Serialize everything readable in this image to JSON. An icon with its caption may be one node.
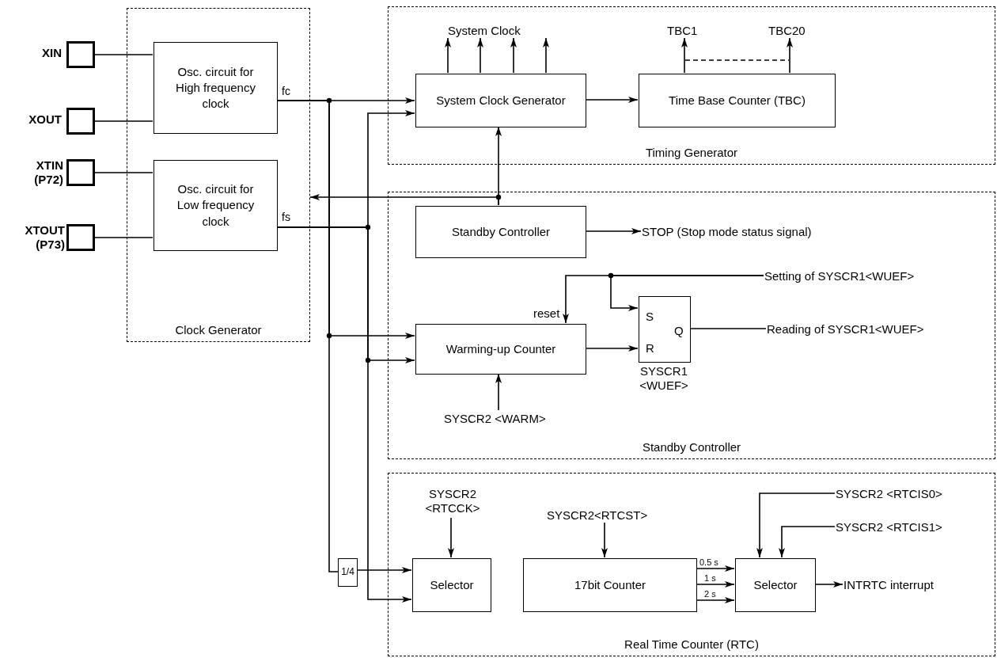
{
  "diagram": {
    "nodes": [
      {
        "text": [
          "Clock Generator"
        ]
      },
      {
        "text": [
          "Osc. circuit for High frequency clock"
        ],
        "in": 0
      },
      {
        "text": [
          "Osc. circuit for Low frequency clock"
        ],
        "in": 0
      },
      {
        "text": [
          "Timing Generator"
        ]
      },
      {
        "text": [
          "System Clock Generator"
        ],
        "in": 3
      },
      {
        "text": [
          "Time Base Counter (TBC)"
        ],
        "in": 3
      },
      {
        "text": [
          "Standby Controller"
        ]
      },
      {
        "text": [
          "Standby Controller"
        ],
        "in": 6
      },
      {
        "text": [
          "Warming-up Counter"
        ],
        "in": 6
      },
      {
        "text": [
          "S",
          "Q",
          "R"
        ],
        "in": 6,
        "beside": [
          "SYSCR1 <WUEF>"
        ]
      },
      {
        "text": [
          "Real Time Counter (RTC)"
        ]
      },
      {
        "text": [
          "Selector"
        ],
        "in": 10
      },
      {
        "text": [
          "17bit Counter"
        ],
        "in": 10
      },
      {
        "text": [
          "Selector"
        ],
        "in": 10
      },
      {
        "text": [
          "1/4"
        ]
      },
      {
        "text": [],
        "shape": "box",
        "beside": [
          "XIN"
        ]
      },
      {
        "text": [],
        "shape": "box",
        "beside": [
          "XOUT"
        ]
      },
      {
        "text": [],
        "shape": "box",
        "beside": [
          "XTIN (P72)"
        ]
      },
      {
        "text": [],
        "shape": "box",
        "beside": [
          "XTOUT (P73)"
        ]
      },
      {
        "text": [
          "System Clock"
        ],
        "in": 3
      },
      {
        "text": [
          "TBC1"
        ],
        "in": 3
      },
      {
        "text": [
          "TBC20"
        ],
        "in": 3
      },
      {
        "text": [
          "STOP (Stop mode status signal)"
        ],
        "in": 6
      },
      {
        "text": [
          "Setting of SYSCR1<WUEF>"
        ],
        "in": 6
      },
      {
        "text": [
          "Reading of SYSCR1<WUEF>"
        ],
        "in": 6
      },
      {
        "text": [
          "SYSCR2 <WARM>"
        ],
        "in": 6
      },
      {
        "text": [
          "SYSCR2 <RTCCK>"
        ],
        "in": 10
      },
      {
        "text": [
          "SYSCR2<RTCST>"
        ],
        "in": 10
      },
      {
        "text": [
          "SYSCR2 <RTCIS0>"
        ],
        "in": 10
      },
      {
        "text": [
          "SYSCR2 <RTCIS1>"
        ],
        "in": 10
      },
      {
        "text": [
          "INTRTC interrupt"
        ],
        "in": 10
      }
    ],
    "edges": [
      {
        "from": 15,
        "to": 1,
        "arrow": "none"
      },
      {
        "from": 16,
        "to": 1,
        "arrow": "none"
      },
      {
        "from": 17,
        "to": 2,
        "arrow": "none"
      },
      {
        "from": 18,
        "to": 2,
        "arrow": "none"
      },
      {
        "from": 1,
        "to": 4,
        "arrow": "to",
        "label": "fc"
      },
      {
        "from": 1,
        "to": 8,
        "arrow": "to"
      },
      {
        "from": 1,
        "to": 14,
        "arrow": "none"
      },
      {
        "from": 2,
        "to": 4,
        "arrow": "to",
        "label": "fs"
      },
      {
        "from": 2,
        "to": 8,
        "arrow": "to"
      },
      {
        "from": 2,
        "to": 11,
        "arrow": "to"
      },
      {
        "from": 14,
        "to": 11,
        "arrow": "to"
      },
      {
        "from": 7,
        "to": 4,
        "arrow": "to"
      },
      {
        "from": 7,
        "to": 0,
        "arrow": "to"
      },
      {
        "from": 4,
        "to": 5,
        "arrow": "to"
      },
      {
        "from": 4,
        "to": 19,
        "arrow": "to"
      },
      {
        "from": 4,
        "to": 19,
        "arrow": "to"
      },
      {
        "from": 4,
        "to": 19,
        "arrow": "to"
      },
      {
        "from": 4,
        "to": 19,
        "arrow": "to"
      },
      {
        "from": 5,
        "to": 20,
        "arrow": "to"
      },
      {
        "from": 5,
        "to": 21,
        "arrow": "to"
      },
      {
        "from": 7,
        "to": 22,
        "arrow": "to"
      },
      {
        "from": 23,
        "to": 8,
        "arrow": "to",
        "label": "reset"
      },
      {
        "from": 23,
        "to": 9,
        "arrow": "to"
      },
      {
        "from": 8,
        "to": 9,
        "arrow": "to"
      },
      {
        "from": 9,
        "to": 24,
        "arrow": "none"
      },
      {
        "from": 25,
        "to": 8,
        "arrow": "to"
      },
      {
        "from": 26,
        "to": 11,
        "arrow": "to"
      },
      {
        "from": 27,
        "to": 12,
        "arrow": "to"
      },
      {
        "from": 28,
        "to": 13,
        "arrow": "to"
      },
      {
        "from": 29,
        "to": 13,
        "arrow": "to"
      },
      {
        "from": 12,
        "to": 13,
        "arrow": "to",
        "label": "0.5 s"
      },
      {
        "from": 12,
        "to": 13,
        "arrow": "to",
        "label": "1 s"
      },
      {
        "from": 12,
        "to": 13,
        "arrow": "to",
        "label": "2 s"
      },
      {
        "from": 13,
        "to": 30,
        "arrow": "to"
      }
    ]
  }
}
